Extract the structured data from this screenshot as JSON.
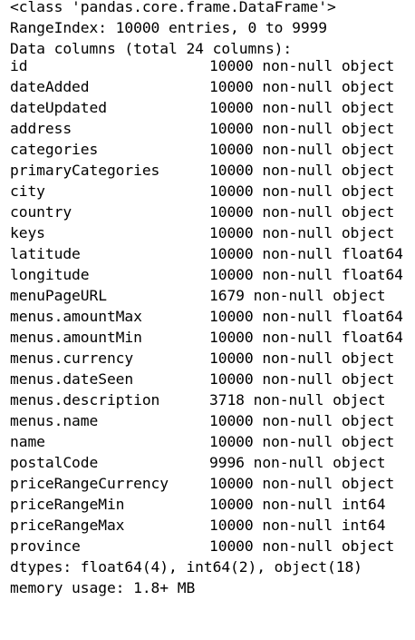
{
  "header": {
    "class_line": "<class 'pandas.core.frame.DataFrame'>",
    "range_index": "RangeIndex: 10000 entries, 0 to 9999",
    "data_columns": "Data columns (total 24 columns):"
  },
  "columns": [
    {
      "name": "id",
      "info": "10000 non-null object"
    },
    {
      "name": "dateAdded",
      "info": "10000 non-null object"
    },
    {
      "name": "dateUpdated",
      "info": "10000 non-null object"
    },
    {
      "name": "address",
      "info": "10000 non-null object"
    },
    {
      "name": "categories",
      "info": "10000 non-null object"
    },
    {
      "name": "primaryCategories",
      "info": "10000 non-null object"
    },
    {
      "name": "city",
      "info": "10000 non-null object"
    },
    {
      "name": "country",
      "info": "10000 non-null object"
    },
    {
      "name": "keys",
      "info": "10000 non-null object"
    },
    {
      "name": "latitude",
      "info": "10000 non-null float64"
    },
    {
      "name": "longitude",
      "info": "10000 non-null float64"
    },
    {
      "name": "menuPageURL",
      "info": "1679 non-null object"
    },
    {
      "name": "menus.amountMax",
      "info": "10000 non-null float64"
    },
    {
      "name": "menus.amountMin",
      "info": "10000 non-null float64"
    },
    {
      "name": "menus.currency",
      "info": "10000 non-null object"
    },
    {
      "name": "menus.dateSeen",
      "info": "10000 non-null object"
    },
    {
      "name": "menus.description",
      "info": "3718 non-null object"
    },
    {
      "name": "menus.name",
      "info": "10000 non-null object"
    },
    {
      "name": "name",
      "info": "10000 non-null object"
    },
    {
      "name": "postalCode",
      "info": "9996 non-null object"
    },
    {
      "name": "priceRangeCurrency",
      "info": "10000 non-null object"
    },
    {
      "name": "priceRangeMin",
      "info": "10000 non-null int64"
    },
    {
      "name": "priceRangeMax",
      "info": "10000 non-null int64"
    },
    {
      "name": "province",
      "info": "10000 non-null object"
    }
  ],
  "footer": {
    "dtypes": "dtypes: float64(4), int64(2), object(18)",
    "memory": "memory usage: 1.8+ MB"
  }
}
